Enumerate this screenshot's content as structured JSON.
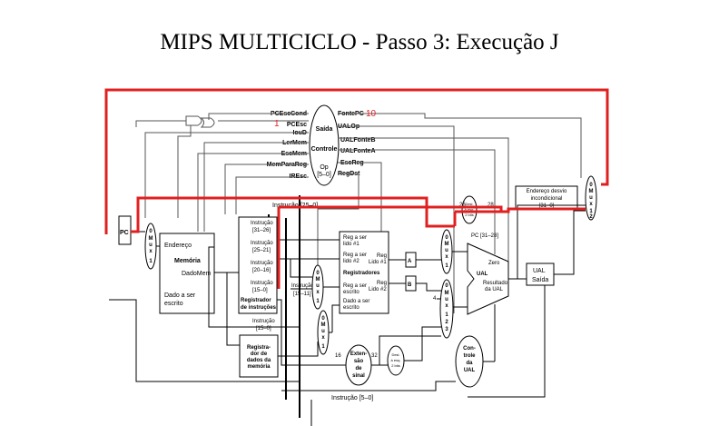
{
  "title": "MIPS MULTICICLO - Passo 3: Execução J",
  "highlight_color": "#e02020",
  "annotations": {
    "pcesc_value": "1",
    "fontepc_value": "10"
  },
  "control": {
    "signals_left": [
      "PCEscCond",
      "PCEsc",
      "IouD",
      "LerMem",
      "EscMem",
      "MemParaReg",
      "IREsc"
    ],
    "signals_right": [
      "FontePC",
      "UALOp",
      "UALFonteB",
      "UALFonteA",
      "EscReg",
      "RegDst"
    ],
    "unit_label_top": "Saída",
    "unit_label_mid": "Controle",
    "op_label": "Op",
    "op_bits": "[5–0]"
  },
  "pc": "PC",
  "memory": {
    "address": "Endereço",
    "name": "Memória",
    "data_out": "DadoMem",
    "write_data_1": "Dado a ser",
    "write_data_2": "escrito"
  },
  "ir": {
    "fields": [
      "Instrução",
      "[31–26]",
      "Instrução",
      "[25–21]",
      "Instrução",
      "[20–16]",
      "Instrução",
      "[15–0]"
    ],
    "name_1": "Registrador",
    "name_2": "de instruções"
  },
  "ir_out": {
    "label": "Instrução",
    "bits": "[15–0]"
  },
  "rt_rd": {
    "label": "Instrução",
    "bits": "[15–11]"
  },
  "mdr": [
    "Registra-",
    "dor de",
    "dados da",
    "memória"
  ],
  "instr_25_0": "Instrução [25–0]",
  "instr_5_0": "Instrução [5–0]",
  "registers": {
    "read1": [
      "Reg a ser",
      "lido #1"
    ],
    "read2": [
      "Reg a ser",
      "lido #2"
    ],
    "write": [
      "Reg a ser",
      "escrito"
    ],
    "data": [
      "Dado a ser",
      "escrito"
    ],
    "out1": [
      "Reg",
      "Lido #1"
    ],
    "out2": [
      "Reg",
      "Lido #2"
    ],
    "name": "Registradores"
  },
  "reg_a": "A",
  "reg_b": "B",
  "alu": {
    "zero": "Zero",
    "name": "UAL",
    "result_1": "Resultado",
    "result_2": "da UAL"
  },
  "alu_out": [
    "UAL",
    "Saída"
  ],
  "alu_control": [
    "Con-",
    "trole",
    "da",
    "UAL"
  ],
  "sign_extend": [
    "Exten-",
    "são",
    "de",
    "sinal"
  ],
  "shift_left": [
    "Desl.",
    "à esq.",
    "2 bits"
  ],
  "shift_left_j": [
    "Desl.",
    "à esq.",
    "2 bits"
  ],
  "jump_addr": [
    "Endereço desvio",
    "incondicional",
    "[31–0]"
  ],
  "pc_bits": "PC [31–28]",
  "bus_widths": {
    "w26": "26",
    "w28": "28",
    "w16": "16",
    "w32": "32",
    "four": "4"
  },
  "mux_labels": {
    "pc_mux": [
      "0",
      "M",
      "u",
      "x",
      "1"
    ],
    "regdst_mux": [
      "0",
      "M",
      "u",
      "x",
      "1"
    ],
    "memtoreg_mux": [
      "0",
      "M",
      "u",
      "x",
      "1"
    ],
    "alua_mux": [
      "0",
      "M",
      "u",
      "x",
      "1"
    ],
    "alub_mux": [
      "0",
      "M",
      "u",
      "x",
      "1",
      "2",
      "3"
    ],
    "pcsrc_mux": [
      "0",
      "M",
      "u",
      "x",
      "1",
      "2"
    ]
  }
}
